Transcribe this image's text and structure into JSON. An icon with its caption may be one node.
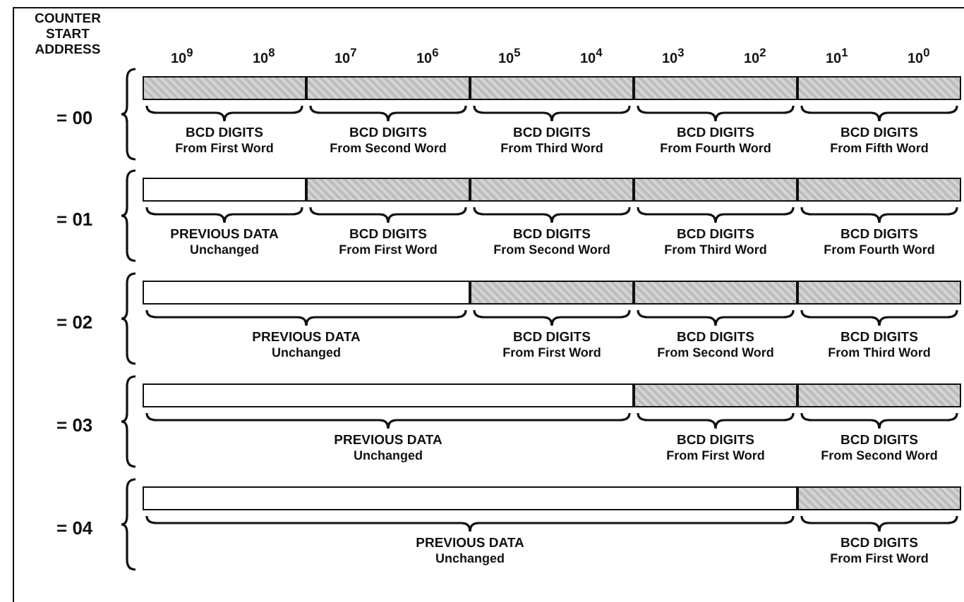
{
  "diagram": {
    "nodes": [
      {
        "text": [
          "BCD DIGITS",
          "From First Word"
        ]
      },
      {
        "text": [
          "BCD DIGITS",
          "From Second Word"
        ]
      },
      {
        "text": [
          "BCD DIGITS",
          "From Third Word"
        ]
      },
      {
        "text": [
          "BCD DIGITS",
          "From Fourth Word"
        ]
      },
      {
        "text": [
          "BCD DIGITS",
          "From Fifth Word"
        ]
      },
      {
        "text": [
          "PREVIOUS DATA",
          "Unchanged"
        ]
      },
      {
        "text": [
          "BCD DIGITS",
          "From First Word"
        ]
      },
      {
        "text": [
          "BCD DIGITS",
          "From Second Word"
        ]
      },
      {
        "text": [
          "BCD DIGITS",
          "From Third Word"
        ]
      },
      {
        "text": [
          "BCD DIGITS",
          "From Fourth Word"
        ]
      },
      {
        "text": [
          "PREVIOUS DATA",
          "Unchanged"
        ]
      },
      {
        "text": [
          "BCD DIGITS",
          "From First Word"
        ]
      },
      {
        "text": [
          "BCD DIGITS",
          "From Second Word"
        ]
      },
      {
        "text": [
          "BCD DIGITS",
          "From Third Word"
        ]
      },
      {
        "text": [
          "PREVIOUS DATA",
          "Unchanged"
        ]
      },
      {
        "text": [
          "BCD DIGITS",
          "From First Word"
        ]
      },
      {
        "text": [
          "BCD DIGITS",
          "From Second Word"
        ]
      },
      {
        "text": [
          "PREVIOUS DATA",
          "Unchanged"
        ]
      },
      {
        "text": [
          "BCD DIGITS",
          "From First Word"
        ]
      }
    ],
    "labels": [
      "COUNTER START ADDRESS",
      "10$^{9}$",
      "10$^{8}$",
      "10$^{7}$",
      "10$^{6}$",
      "10$^{5}$",
      "10$^{4}$",
      "10$^{3}$",
      "10$^{2}$",
      "10$^{1}$",
      "10$^{0}$",
      "= 00",
      "= 01",
      "= 02",
      "= 03",
      "= 04"
    ]
  }
}
